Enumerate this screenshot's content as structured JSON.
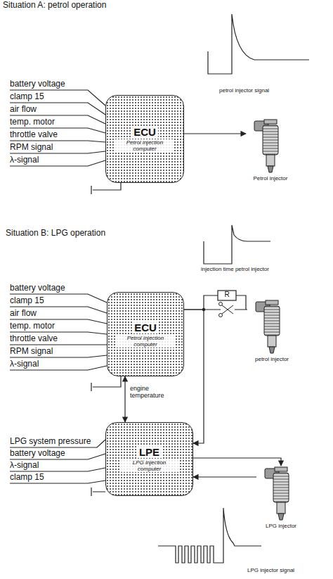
{
  "diagram": {
    "nodes": [
      {
        "text": [
          "ECU",
          "Petrol injection computer"
        ]
      },
      {
        "text": [
          "Petrol injector"
        ]
      },
      {
        "text": [
          "ECU",
          "Petrol injection computer"
        ]
      },
      {
        "text": [
          "petrol injector"
        ]
      },
      {
        "text": [
          "LPE",
          "LPG injection computer"
        ]
      },
      {
        "text": [
          "LPG injector"
        ]
      }
    ],
    "edges": [
      {
        "from": 0,
        "to": 1,
        "arrow": "to"
      },
      {
        "from": 2,
        "to": 3,
        "arrow": "none"
      },
      {
        "from": 2,
        "to": 4,
        "arrow": "to"
      },
      {
        "from": 2,
        "to": 4,
        "label": "engine temperature",
        "arrow": "both"
      },
      {
        "from": 4,
        "to": 5,
        "arrow": "to"
      },
      {
        "from": 5,
        "to": 4,
        "arrow": "to"
      }
    ],
    "labels": [
      "Situation A: petrol operation",
      "petrol injector signal",
      "battery voltage",
      "clamp 15",
      "air flow",
      "temp. motor",
      "throttle valve",
      "RPM signal",
      "λ-signal",
      "Situation B: LPG operation",
      "injection time petrol injector",
      "battery voltage",
      "clamp 15",
      "air flow",
      "temp. motor",
      "throttle valve",
      "RPM signal",
      "λ-signal",
      "R",
      "LPG system pressure",
      "battery voltage",
      "λ-signal",
      "clamp 15",
      "LPG injector signal"
    ]
  }
}
